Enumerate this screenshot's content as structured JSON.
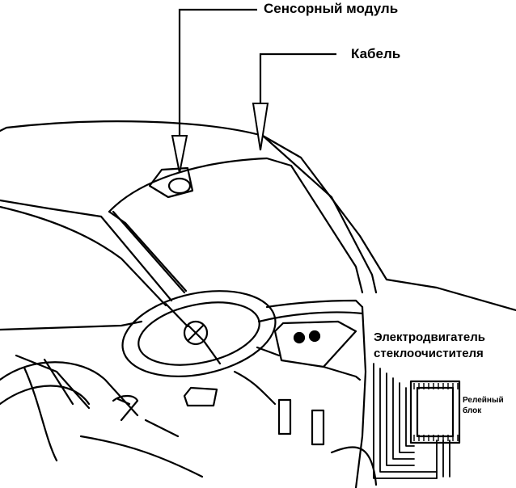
{
  "labels": {
    "sensor_module": "Сенсорный модуль",
    "cable": "Кабель",
    "wiper_motor_line1": "Электродвигатель",
    "wiper_motor_line2": "стеклоочистителя",
    "relay_block_line1": "Релейный",
    "relay_block_line2": "блок"
  },
  "colors": {
    "line": "#000000",
    "background": "#ffffff"
  }
}
